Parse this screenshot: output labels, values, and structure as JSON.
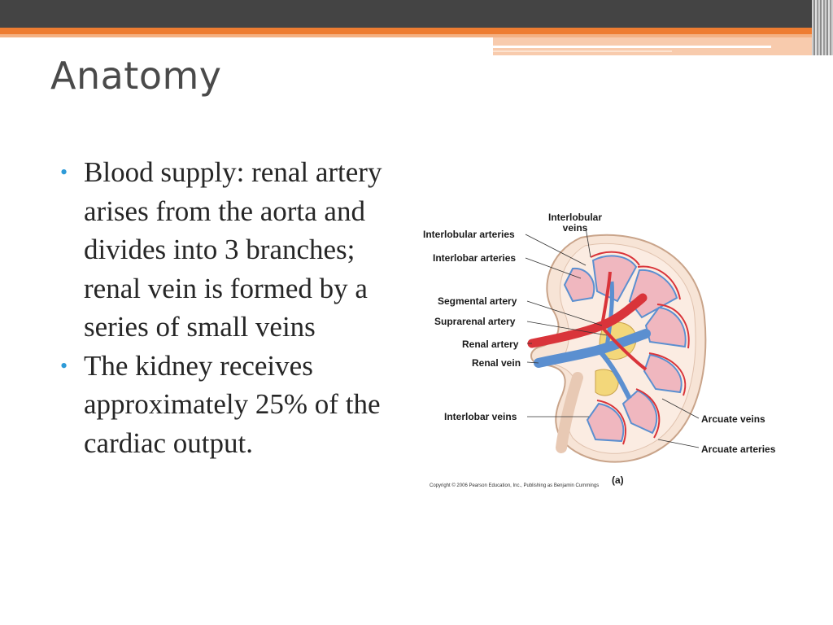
{
  "slide": {
    "title": "Anatomy",
    "bullets": [
      "Blood supply: renal artery arises from the aorta and divides into 3 branches; renal vein is formed by a series of small veins",
      "The kidney receives approximately 25% of the cardiac output."
    ]
  },
  "figure": {
    "labels": {
      "interlobular_veins": "Interlobular veins",
      "interlobular_arteries": "Interlobular arteries",
      "interlobar_arteries": "Interlobar arteries",
      "segmental_artery": "Segmental artery",
      "suprarenal_artery": "Suprarenal artery",
      "renal_artery": "Renal artery",
      "renal_vein": "Renal vein",
      "interlobar_veins": "Interlobar veins",
      "arcuate_veins": "Arcuate veins",
      "arcuate_arteries": "Arcuate arteries",
      "panel": "(a)"
    },
    "copyright": "Copyright © 2006 Pearson Education, Inc., Publishing as Benjamin Cummings"
  },
  "colors": {
    "accent_orange": "#ee7d32",
    "bullet_blue": "#2e9bd8",
    "artery_red": "#d9343a",
    "vein_blue": "#5b8fd0",
    "tissue_pink": "#f0b7bf"
  }
}
